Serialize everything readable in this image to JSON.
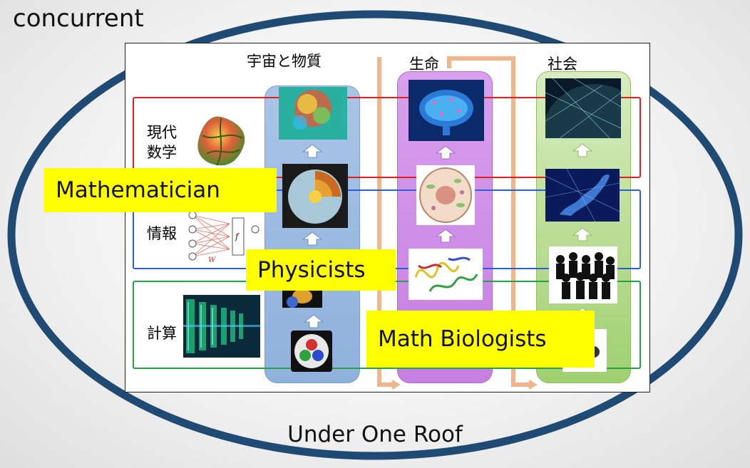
{
  "corner_title": "concurrent",
  "footer": "Under One Roof",
  "columns": {
    "cosmos": "宇宙と物質",
    "life": "生命",
    "society": "社会"
  },
  "rows": {
    "math": "現代\n数学",
    "info": "情報",
    "compute": "計算"
  },
  "callouts": {
    "mathematician": "Mathematician",
    "physicists": "Physicists",
    "biologists": "Math Biologists"
  },
  "colors": {
    "ellipse": "#1f4a73",
    "band_math": "#e02020",
    "band_info": "#2a5fd6",
    "band_compute": "#27a046",
    "highlight": "#ffff00",
    "flow_arrow": "#f2b48a"
  }
}
